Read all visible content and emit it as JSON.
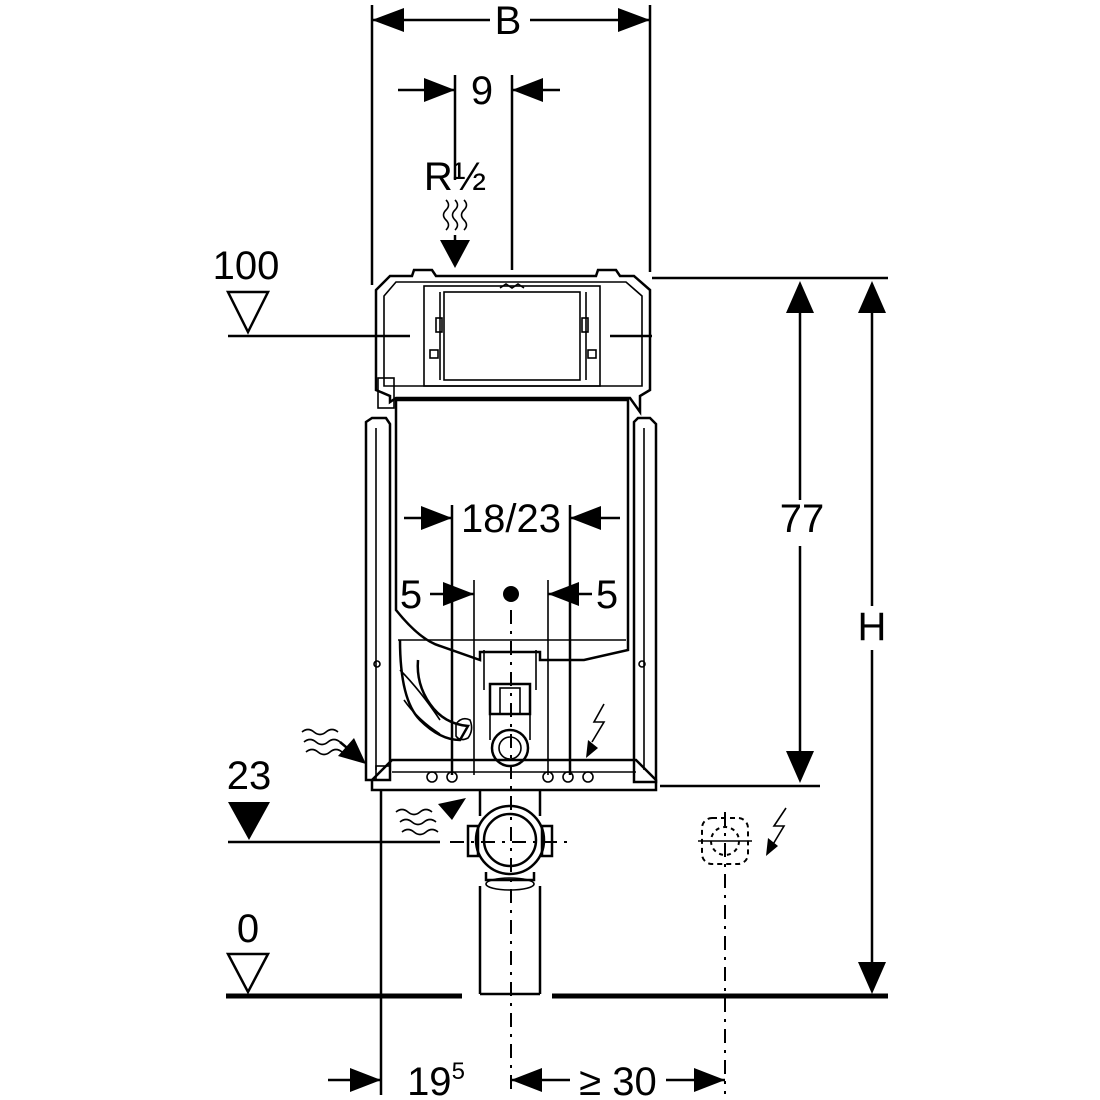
{
  "labels": {
    "width": "B",
    "offset_supply": "9",
    "supply_thread": "R½",
    "level_top": "100",
    "level_mid": "23",
    "level_floor": "0",
    "bolt_spacing": "18/23",
    "bolt_left": "5",
    "bolt_right": "5",
    "height_77": "77",
    "height_total": "H",
    "bottom_left_base": "19",
    "bottom_left_sup": "5",
    "bottom_right": "≥ 30"
  },
  "icons": {
    "water_supply": "water-wave-icon",
    "electric": "lightning-icon",
    "level_marker": "level-triangle-icon"
  },
  "colors": {
    "line": "#000000",
    "background": "#ffffff"
  }
}
